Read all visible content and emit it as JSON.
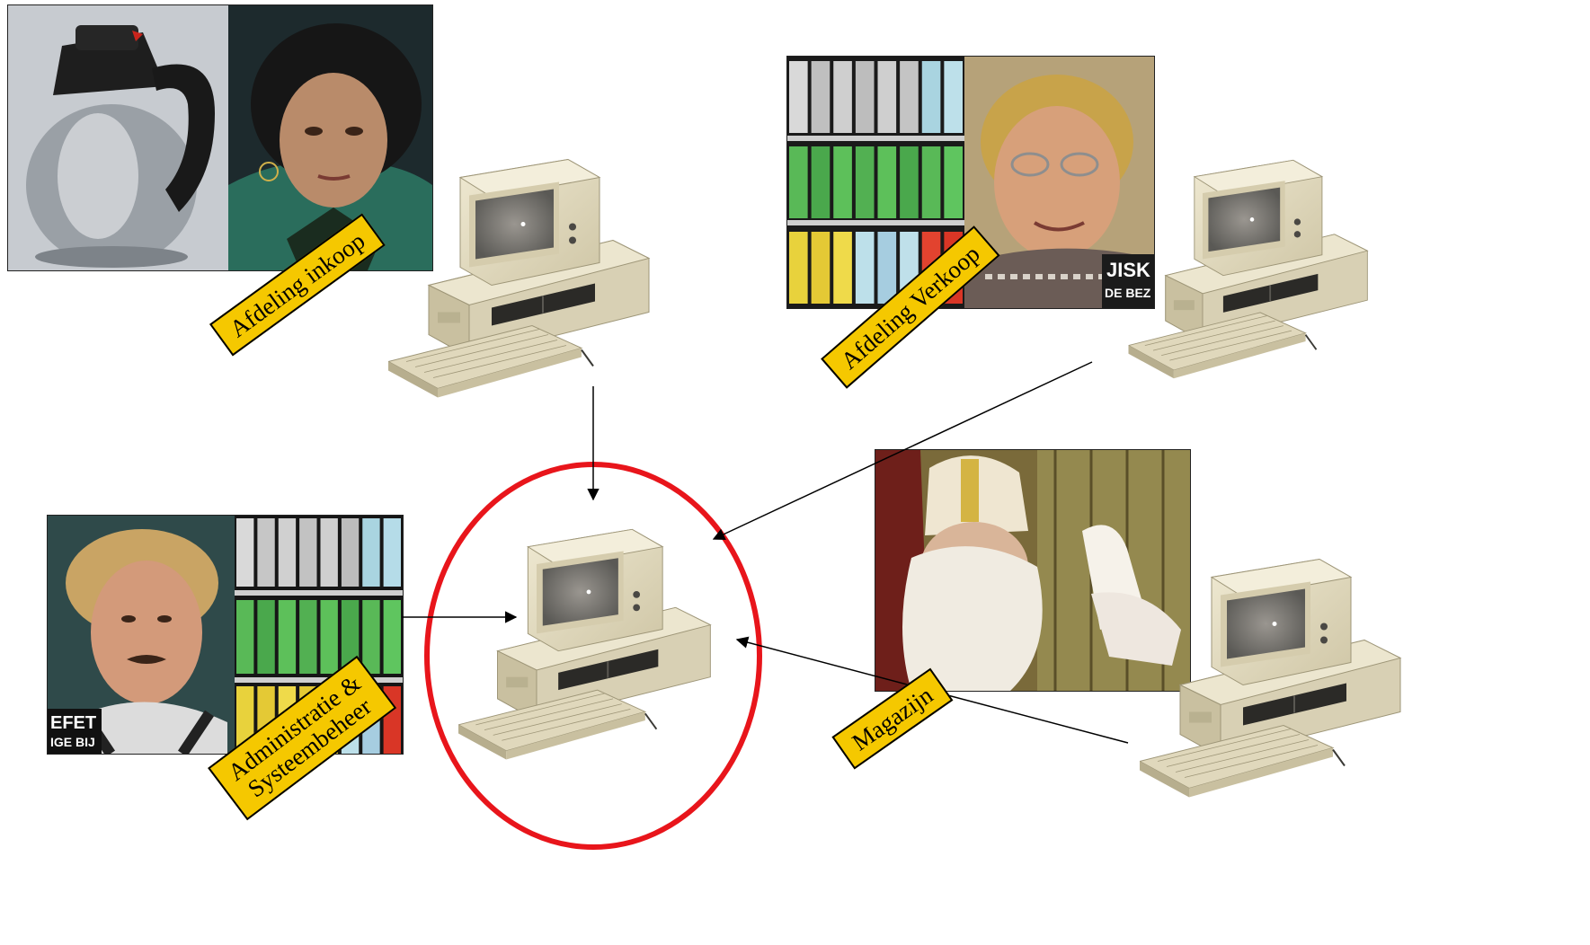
{
  "diagram": {
    "nodes": [
      {
        "id": "inkoop",
        "label": "Afdeling inkoop"
      },
      {
        "id": "verkoop",
        "label": "Afdeling Verkoop"
      },
      {
        "id": "administratie",
        "label": "Administratie &\nSysteembeheer"
      },
      {
        "id": "magazijn",
        "label": "Magazijn"
      },
      {
        "id": "server",
        "label": ""
      }
    ],
    "edges": [
      {
        "from": "inkoop",
        "to": "server"
      },
      {
        "from": "verkoop",
        "to": "server"
      },
      {
        "from": "administratie",
        "to": "server"
      },
      {
        "from": "magazijn",
        "to": "server"
      }
    ],
    "highlight": {
      "node": "server",
      "shape": "ellipse",
      "color": "#e8151b"
    }
  },
  "photos": {
    "verkoop_caption_1": "JISK",
    "verkoop_caption_2": "DE BEZ",
    "administratie_caption_1": "EFET",
    "administratie_caption_2": "IGE BIJ"
  },
  "colors": {
    "label_fill": "#f5c800",
    "highlight": "#e8151b",
    "computer_beige": "#e3dcc2"
  },
  "icons": {
    "computer": "computer-icon",
    "thermos": "thermos-photo",
    "binders": "binders-photo"
  }
}
